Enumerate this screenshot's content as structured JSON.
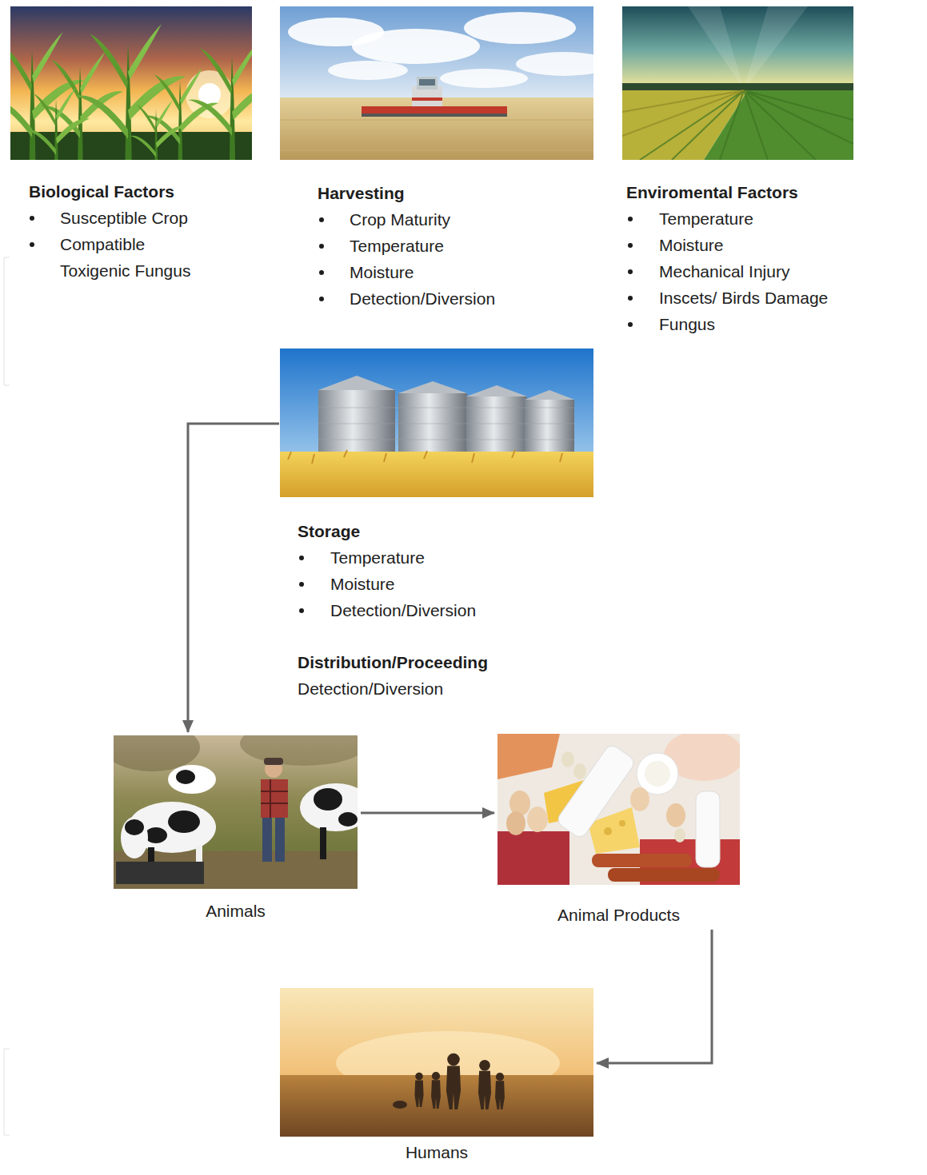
{
  "diagram": {
    "nodes": [
      {
        "text": [
          "Biological Factors",
          "Susceptible Crop",
          "Compatible Toxigenic Fungus"
        ]
      },
      {
        "text": [
          "Harvesting",
          "Crop Maturity",
          "Temperature",
          "Moisture",
          "Detection/Diversion"
        ]
      },
      {
        "text": [
          "Enviromental Factors",
          "Temperature",
          "Moisture",
          "Mechanical Injury",
          "Inscets/ Birds Damage",
          "Fungus"
        ]
      },
      {
        "text": [
          "Storage",
          "Temperature",
          "Moisture",
          "Detection/Diversion",
          "Distribution/Proceeding",
          "Detection/Diversion"
        ]
      },
      {
        "text": [
          "Animals"
        ]
      },
      {
        "text": [
          "Animal Products"
        ]
      },
      {
        "text": [
          "Humans"
        ]
      }
    ],
    "edges": [
      {
        "from": 3,
        "to": 4,
        "arrow": "to"
      },
      {
        "from": 4,
        "to": 5,
        "arrow": "to"
      },
      {
        "from": 5,
        "to": 6,
        "arrow": "to"
      }
    ]
  }
}
